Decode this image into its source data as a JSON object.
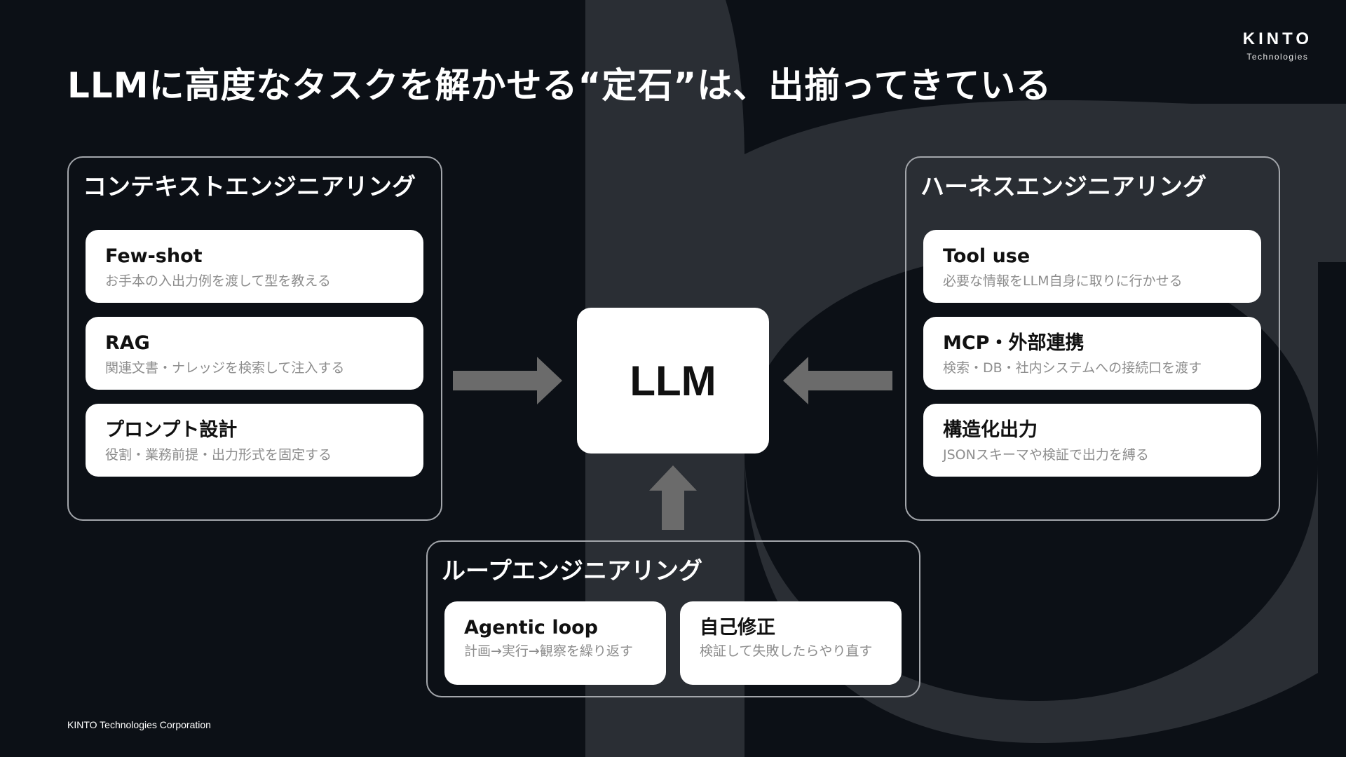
{
  "logo": {
    "main": "KINTO",
    "sub": "Technologies"
  },
  "title": "LLMに高度なタスクを解かせる“定石”は、出揃ってきている",
  "center": {
    "label": "LLM"
  },
  "context": {
    "heading": "コンテキストエンジニアリング",
    "cards": [
      {
        "title": "Few-shot",
        "desc": "お手本の入出力例を渡して型を教える"
      },
      {
        "title": "RAG",
        "desc": "関連文書・ナレッジを検索して注入する"
      },
      {
        "title": "プロンプト設計",
        "desc": "役割・業務前提・出力形式を固定する"
      }
    ]
  },
  "harness": {
    "heading": "ハーネスエンジニアリング",
    "cards": [
      {
        "title": "Tool use",
        "desc": "必要な情報をLLM自身に取りに行かせる"
      },
      {
        "title": "MCP・外部連携",
        "desc": "検索・DB・社内システムへの接続口を渡す"
      },
      {
        "title": "構造化出力",
        "desc": "JSONスキーマや検証で出力を縛る"
      }
    ]
  },
  "loop": {
    "heading": "ループエンジニアリング",
    "cards": [
      {
        "title": "Agentic loop",
        "desc": "計画→実行→観察を繰り返す"
      },
      {
        "title": "自己修正",
        "desc": "検証して失敗したらやり直す"
      }
    ]
  },
  "footer": "KINTO Technologies Corporation",
  "colors": {
    "background": "#0c1016",
    "decor": "#2a2e34",
    "arrow": "#6b6b6b",
    "border": "#a3a6ab",
    "card": "#ffffff"
  }
}
